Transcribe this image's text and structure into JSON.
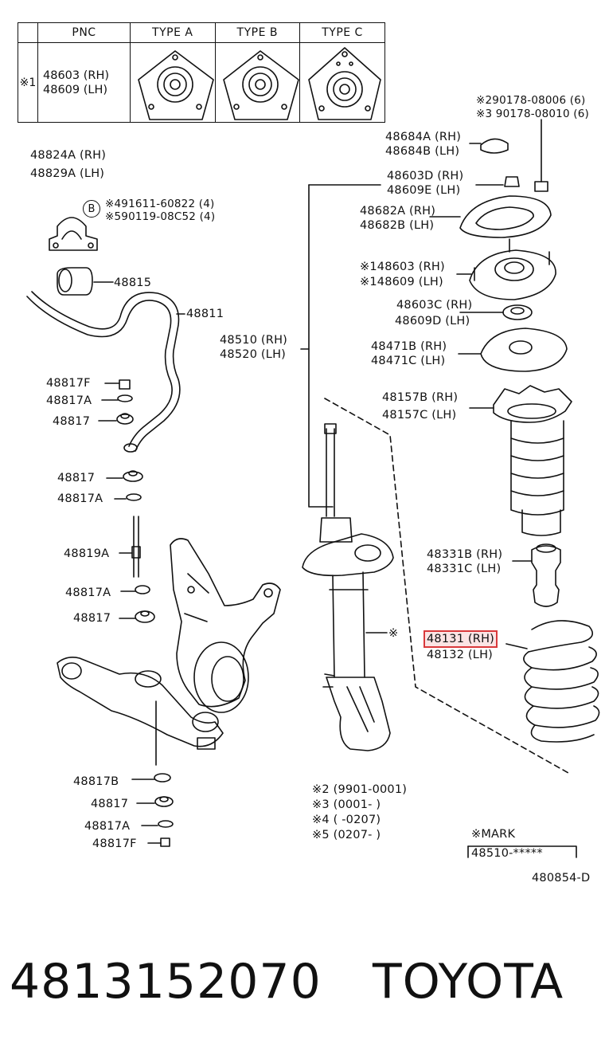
{
  "table": {
    "headers": [
      "PNC",
      "TYPE A",
      "TYPE B",
      "TYPE C"
    ],
    "row_mark": "※1",
    "row_pnc_1": "48603 (RH)",
    "row_pnc_2": "48609 (LH)"
  },
  "labels": {
    "l_90178_08006": "※290178-08006 (6)",
    "l_90178_08010": "※3 90178-08010 (6)",
    "l_48684A": "48684A (RH)",
    "l_48684B": "48684B (LH)",
    "l_48824A": "48824A (RH)",
    "l_48829A": "48829A (LH)",
    "l_48603D": "48603D (RH)",
    "l_48609E": "48609E (LH)",
    "l_91611": "※491611-60822 (4)",
    "l_90119": "※590119-08C52 (4)",
    "l_48682A": "48682A (RH)",
    "l_48682B": "48682B (LH)",
    "l_148603": "※148603 (RH)",
    "l_148609": "※148609 (LH)",
    "l_48815": "48815",
    "l_48811": "48811",
    "l_48603C": "48603C (RH)",
    "l_48609D": "48609D (LH)",
    "l_48510": "48510 (RH)",
    "l_48520": "48520 (LH)",
    "l_48471B": "48471B (RH)",
    "l_48471C": "48471C (LH)",
    "l_48817F_a": "48817F",
    "l_48817A_a": "48817A",
    "l_48817_a": "48817",
    "l_48157B": "48157B (RH)",
    "l_48157C": "48157C (LH)",
    "l_48817_b": "48817",
    "l_48817A_b": "48817A",
    "l_48819A": "48819A",
    "l_48331B": "48331B (RH)",
    "l_48331C": "48331C (LH)",
    "l_48817A_c": "48817A",
    "l_48817_c": "48817",
    "l_star": "※",
    "l_48131": "48131 (RH)",
    "l_48132": "48132 (LH)",
    "l_48817B": "48817B",
    "l_48817_d": "48817",
    "l_48817A_d": "48817A",
    "l_48817F_d": "48817F",
    "l_note2": "※2 (9901-0001)",
    "l_note3": "※3 (0001-      )",
    "l_note4": "※4 (       -0207)",
    "l_note5": "※5 (0207-      )",
    "l_mark_title": "※MARK",
    "l_mark_code": "48510-*****",
    "l_diagram_id": "480854-D",
    "b_badge": "B"
  },
  "footer": {
    "part_number": "4813152070",
    "brand": "TOYOTA"
  },
  "colors": {
    "highlight": "#d9393b",
    "ink": "#111111"
  }
}
